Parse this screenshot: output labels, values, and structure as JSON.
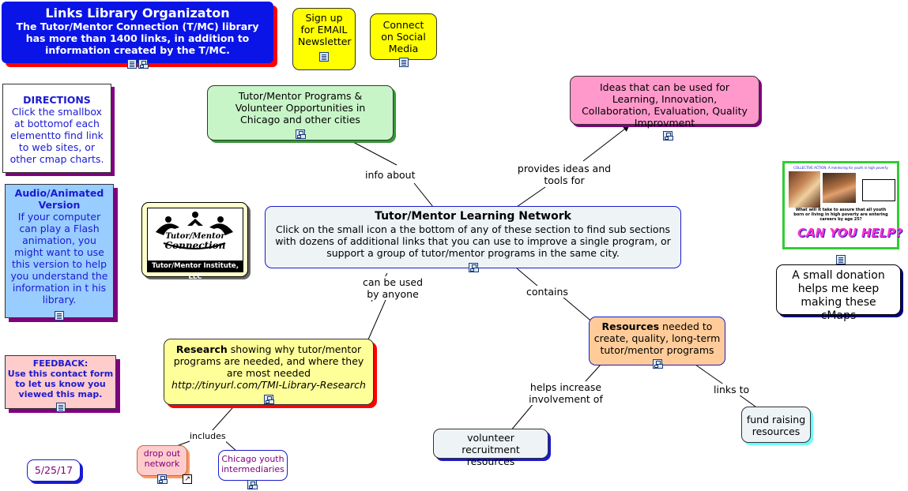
{
  "header": {
    "title": "Links Library Organizaton",
    "body": "The Tutor/Mentor Connection (T/MC) library has more than 1400 links, in addition to information created by the T/MC."
  },
  "signup": {
    "text": "Sign up for EMAIL Newsletter"
  },
  "social": {
    "text": "Connect on Social Media"
  },
  "directions": {
    "title": "DIRECTIONS",
    "body": "Click the smallbox at bottomof each elementto find link to web sites, or other cmap charts."
  },
  "audio": {
    "title": "Audio/Animated Version",
    "body": "If your computer can play a Flash animation, you might want to use this version to help you understand the information in t his library."
  },
  "feedback": {
    "title": "FEEDBACK:",
    "body": "Use this contact form to let us know you viewed this map."
  },
  "date": "5/25/17",
  "logo": {
    "line1": "Tutor/Mentor",
    "line2": "Connection",
    "footer": "Tutor/Mentor Institute, LLC"
  },
  "programs": {
    "text": "Tutor/Mentor Programs & Volunteer Opportunities in Chicago and other cities"
  },
  "ideas": {
    "text": "Ideas that can be used for Learning, Innovation, Collaboration, Evaluation, Quality Improvment"
  },
  "central": {
    "title": "Tutor/Mentor Learning Network",
    "body": "Click on the small icon a the bottom of any of these section to find sub sections with dozens of additional links that you can use to improve a single program, or support a group of tutor/mentor programs in the same city."
  },
  "research": {
    "title": "Research",
    "body": " showing why tutor/mentor programs are needed, and where they are most needed",
    "url": "http://tinyurl.com/TMI-Library-Research"
  },
  "resources": {
    "title": "Resources",
    "body": " needed to create, quality, long-term tutor/mentor programs"
  },
  "volunteer": {
    "text": "volunteer recruitment resources"
  },
  "fundraising": {
    "text": "fund raising resources"
  },
  "dropout": {
    "text": "drop out network"
  },
  "intermediaries": {
    "text": "Chicago youth intermediaries"
  },
  "donation": {
    "text": "A small donation helps me keep making these cMaps"
  },
  "poster": {
    "heading": "COLLECTIVE ACTION: A mentoring for youth in high poverty",
    "question": "What will it take to assure that all youth born or living in high poverty are entering careers by age 25?",
    "banner": "CAN YOU HELP?"
  },
  "links": {
    "info_about": "info about",
    "provides": "provides ideas and tools for",
    "can_be_used": "can be used by anyone",
    "contains": "contains",
    "helps": "helps increase involvement of",
    "links_to": "links to",
    "includes": "includes"
  },
  "colors": {
    "header_bg": "#0a14e6",
    "signup_bg": "#ffff00",
    "programs_bg": "#c8f5c8",
    "ideas_bg": "#ff99cc",
    "central_bg": "#eef3f6",
    "research_bg": "#ffff99",
    "resources_bg": "#ffcc99",
    "audio_bg": "#99ccff",
    "feedback_bg": "#ffcccc",
    "dropout_bg": "#ffcccc",
    "shadow_purple": "#800080",
    "shadow_red": "#ff0000",
    "shadow_blue": "#000080",
    "shadow_green": "#339933",
    "shadow_cyan": "#66ffff"
  }
}
